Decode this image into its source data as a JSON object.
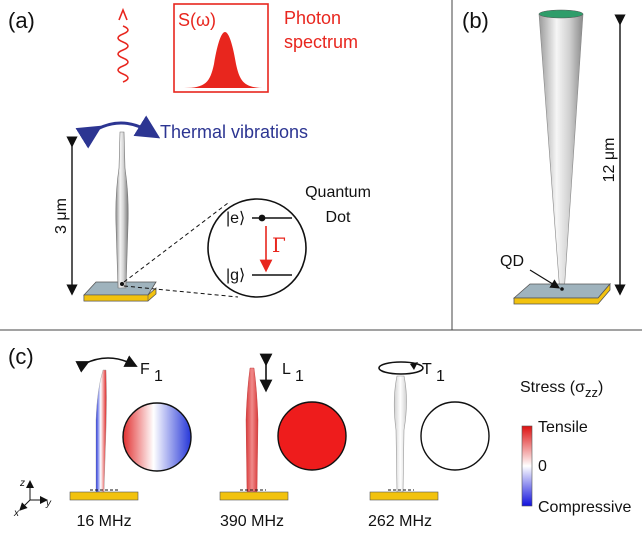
{
  "panel_a": {
    "label": "(a)",
    "spectrum_symbol": "S(ω)",
    "spectrum_title_line1": "Photon",
    "spectrum_title_line2": "spectrum",
    "vibration_label": "Thermal vibrations",
    "height_label": "3 μm",
    "qd_label_line1": "Quantum",
    "qd_label_line2": "Dot",
    "excited_state": "|e⟩",
    "ground_state": "|g⟩",
    "rate_symbol": "Γ"
  },
  "panel_b": {
    "label": "(b)",
    "height_label": "12 μm",
    "qd_label": "QD"
  },
  "panel_c": {
    "label": "(c)",
    "modes": [
      {
        "symbol": "F",
        "subscript": "1",
        "frequency": "16 MHz"
      },
      {
        "symbol": "L",
        "subscript": "1",
        "frequency": "390 MHz"
      },
      {
        "symbol": "T",
        "subscript": "1",
        "frequency": "262 MHz"
      }
    ],
    "stress_title": "Stress (σ",
    "stress_sub": "zz",
    "stress_close": ")",
    "colorbar_top": "Tensile",
    "colorbar_mid": "0",
    "colorbar_bottom": "Compressive",
    "axes": {
      "z": "z",
      "x": "x",
      "y": "y"
    }
  },
  "colors": {
    "red": "#e8261e",
    "blue": "#2c3592",
    "gold": "#f2c20e",
    "slab": "#9fb3bd"
  }
}
